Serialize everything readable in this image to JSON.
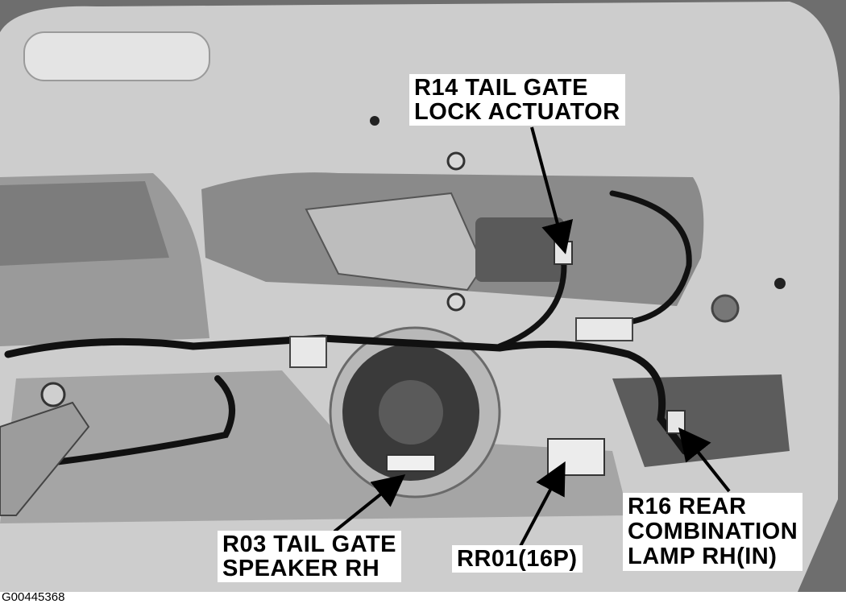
{
  "callouts": {
    "r14": {
      "line1": "R14 TAIL GATE",
      "line2": "LOCK ACTUATOR"
    },
    "r03": {
      "line1": "R03 TAIL GATE",
      "line2": "SPEAKER RH"
    },
    "rr01": {
      "line1": "RR01(16P)"
    },
    "r16": {
      "line1": "R16 REAR",
      "line2": "COMBINATION",
      "line3": "LAMP RH(IN)"
    }
  },
  "figure_id": "G00445368",
  "colors": {
    "panel": "#c8c8c8",
    "cavity": "#8a8a8a",
    "harness": "#111111",
    "label_bg": "#ffffff",
    "label_text": "#000000"
  }
}
